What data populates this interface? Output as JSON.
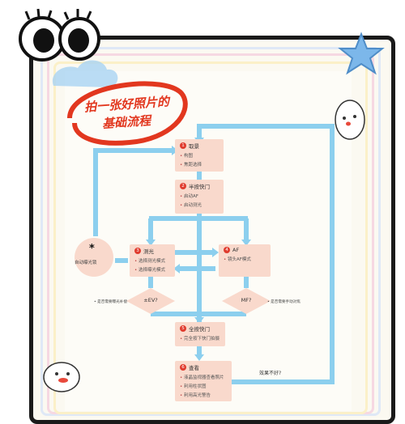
{
  "title": {
    "line1": "拍一张好照片的",
    "line2": "基础流程"
  },
  "steps": [
    {
      "num": "1",
      "title": "取景",
      "items": [
        "构图",
        "焦距选择"
      ]
    },
    {
      "num": "2",
      "title": "半按快门",
      "items": [
        "启动AF",
        "启动测光"
      ]
    },
    {
      "num": "3",
      "title": "测光",
      "items": [
        "选择测光模式",
        "选择曝光模式"
      ]
    },
    {
      "num": "4",
      "title": "AF",
      "items": [
        "镜头AF模式"
      ]
    },
    {
      "num": "5",
      "title": "全按快门",
      "items": [
        "完全按下快门拍摄"
      ]
    },
    {
      "num": "6",
      "title": "查看",
      "items": [
        "液晶监视器查看照片",
        "利用柱状图",
        "利用高光警告"
      ]
    }
  ],
  "side_node": {
    "icon": "asterisk-icon",
    "label": "自动曝光锁"
  },
  "decisions": {
    "ev": "±EV?",
    "mf": "MF?"
  },
  "notes": {
    "left": "是否需要曝光补偿",
    "right": "是否需要手动对焦",
    "bad_result": "效果不好?"
  },
  "colors": {
    "arrow": "#8ccfee",
    "box": "#f9d9cc",
    "title_red": "#e2371f",
    "num_red": "#e03b2e"
  }
}
